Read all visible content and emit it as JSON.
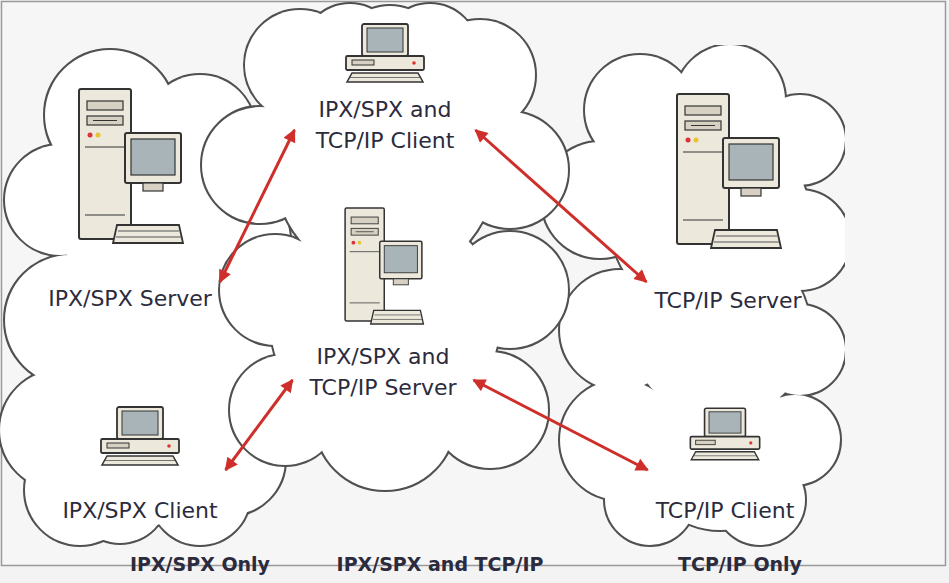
{
  "diagram": {
    "nodes": [
      {
        "text": [
          "IPX/SPX Only"
        ]
      },
      {
        "text": [
          "IPX/SPX Server"
        ],
        "in": 0
      },
      {
        "text": [
          "IPX/SPX Client"
        ],
        "in": 0
      },
      {
        "text": [
          "IPX/SPX and TCP/IP"
        ]
      },
      {
        "text": [
          "IPX/SPX and TCP/IP Client"
        ],
        "in": 3
      },
      {
        "text": [
          "IPX/SPX and TCP/IP Server"
        ],
        "in": 3
      },
      {
        "text": [
          "TCP/IP Only"
        ]
      },
      {
        "text": [
          "TCP/IP Server"
        ],
        "in": 6
      },
      {
        "text": [
          "TCP/IP Client"
        ],
        "in": 6
      }
    ],
    "edges": [
      {
        "from": 1,
        "to": 4,
        "arrow": "both"
      },
      {
        "from": 4,
        "to": 7,
        "arrow": "both"
      },
      {
        "from": 2,
        "to": 5,
        "arrow": "both"
      },
      {
        "from": 5,
        "to": 8,
        "arrow": "both"
      }
    ]
  }
}
